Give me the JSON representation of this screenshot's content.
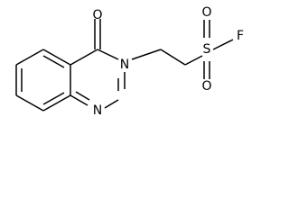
{
  "atoms": {
    "O_carbonyl": "O",
    "N3": "N",
    "N1": "N",
    "S": "S",
    "O_sulfonyl_top": "O",
    "O_sulfonyl_bottom": "O",
    "F": "F"
  }
}
